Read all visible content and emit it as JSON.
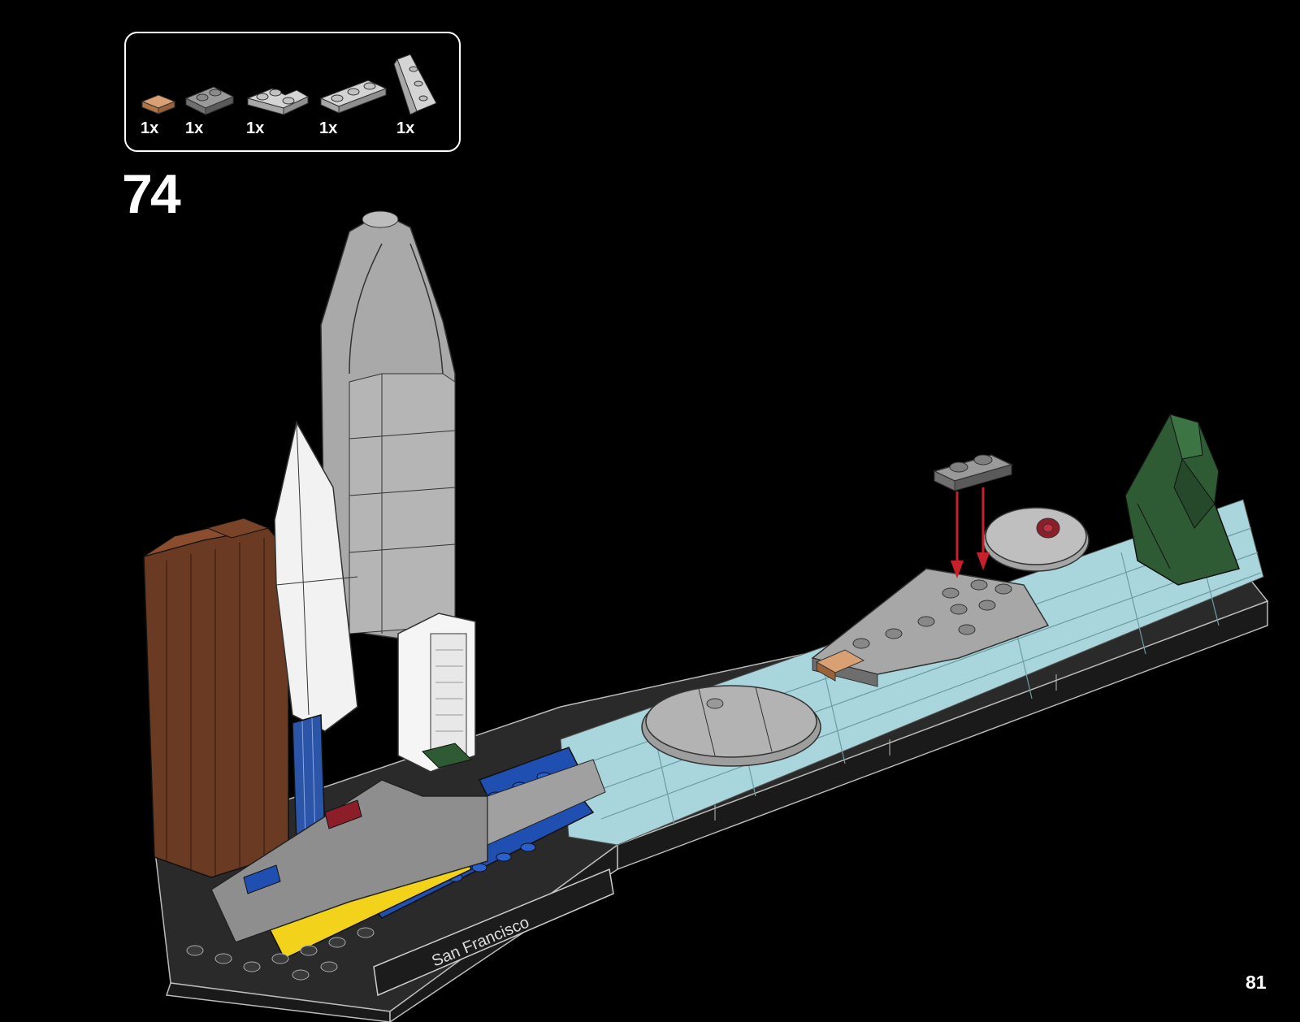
{
  "instruction": {
    "step_number": "74",
    "page_number": "81",
    "parts": [
      {
        "name": "tile-1x1-tan",
        "color": "#c78a5a",
        "qty": "1x"
      },
      {
        "name": "plate-1x2-dark-gray",
        "color": "#8c8c8c",
        "qty": "1x"
      },
      {
        "name": "plate-corner-light-gray",
        "color": "#bdbdbd",
        "qty": "1x"
      },
      {
        "name": "plate-1x3-light-gray",
        "color": "#bdbdbd",
        "qty": "1x"
      },
      {
        "name": "slope-plate-light-gray",
        "color": "#bdbdbd",
        "qty": "1x"
      }
    ]
  },
  "model": {
    "nameplate_text": "San Francisco",
    "colors": {
      "brown_tower": "#6b3a22",
      "gray_tower": "#a9a9a9",
      "white_pyramid": "#f2f2f2",
      "water_tiles": "#a8d6dc",
      "base_dark": "#2a2a2a",
      "blue_plates": "#1f4fb0",
      "yellow_plates": "#f2d21b",
      "green_hill": "#2f5b34",
      "red_arrow": "#c8202a",
      "tan_tile": "#c78a5a"
    }
  }
}
